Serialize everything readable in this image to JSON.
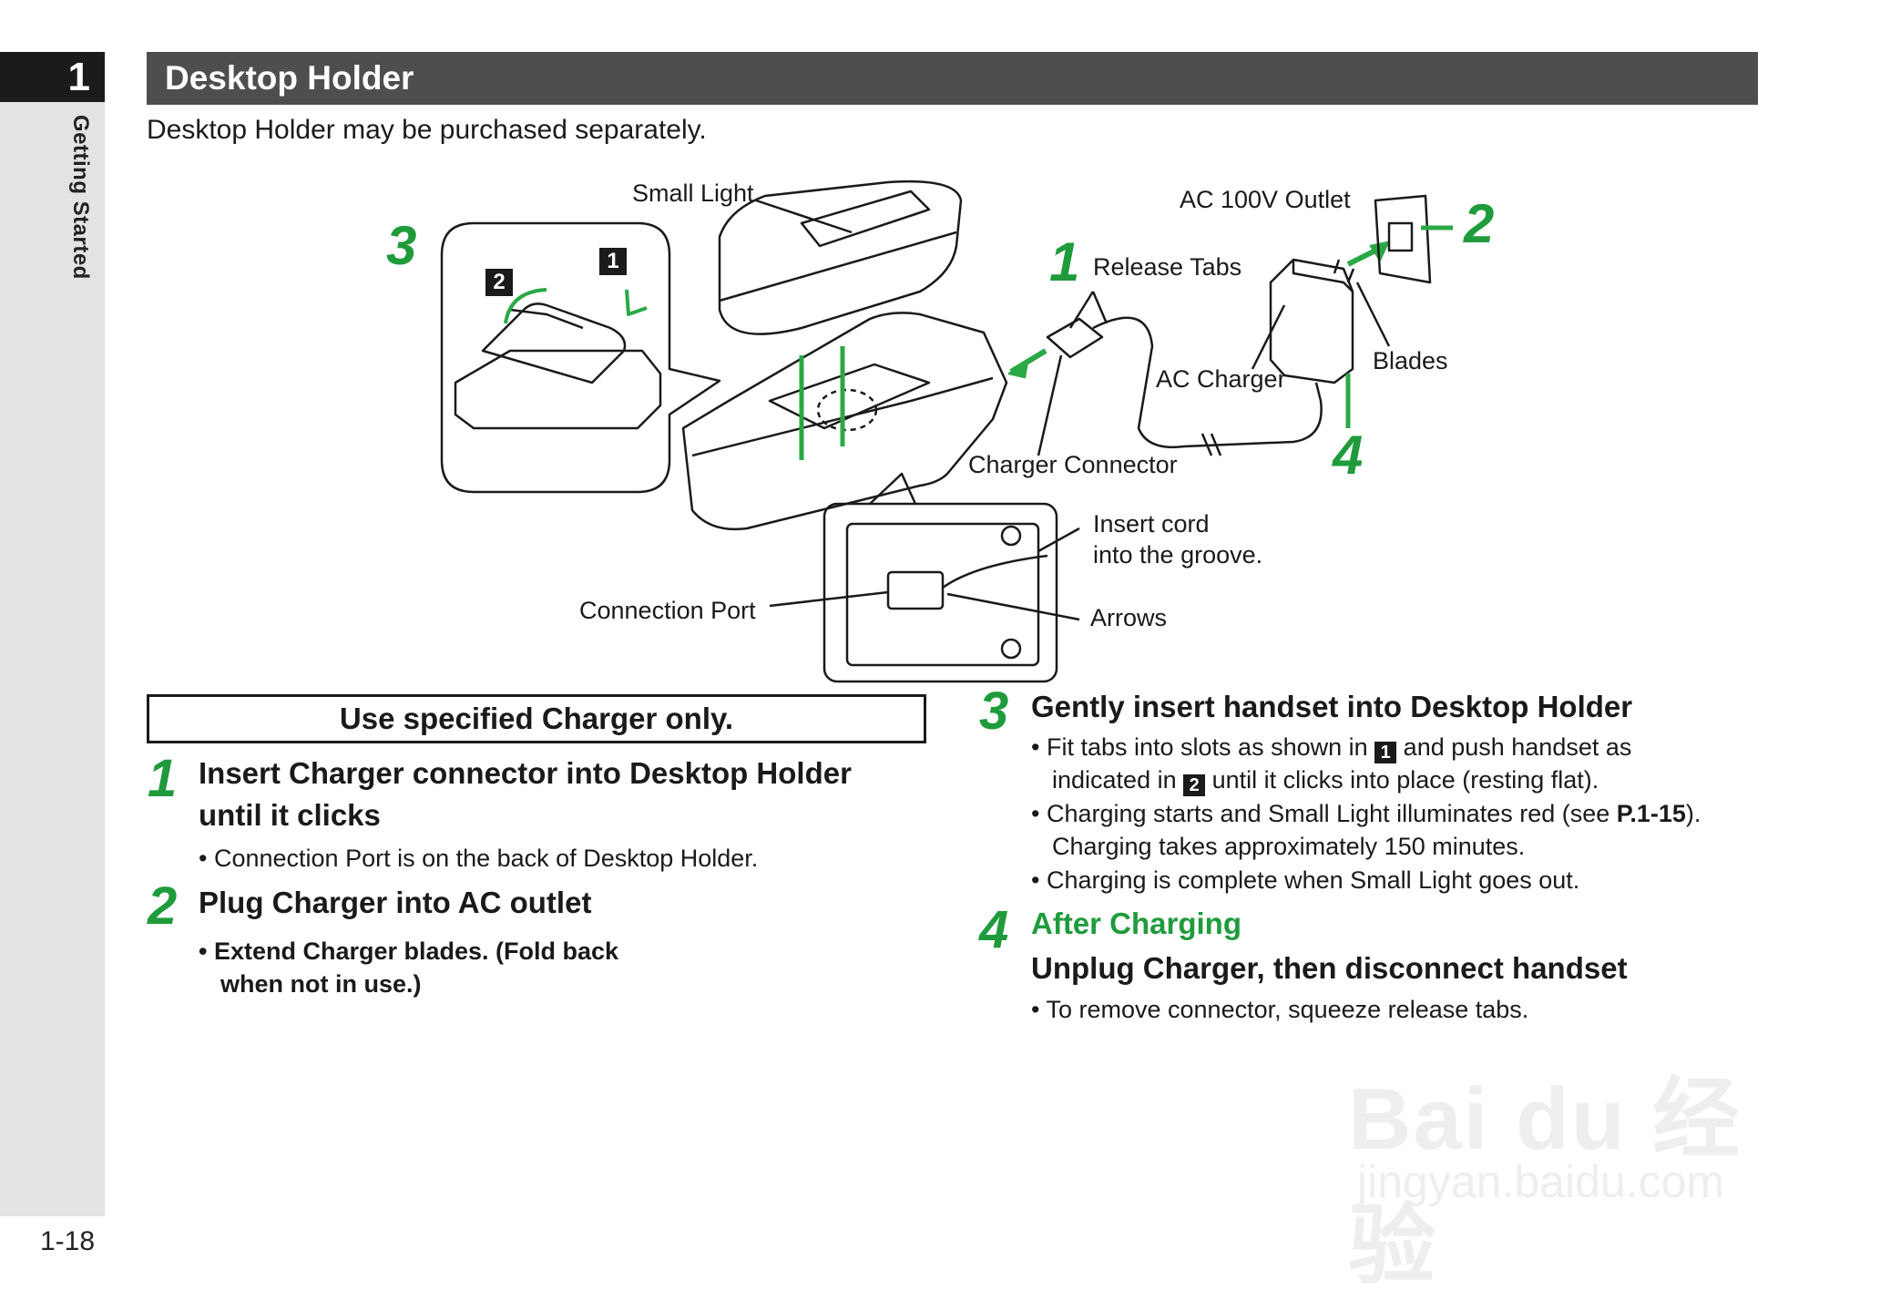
{
  "sidebar": {
    "chapter_number": "1",
    "chapter_label": "Getting Started",
    "page_number": "1-18"
  },
  "section": {
    "title": "Desktop Holder",
    "intro": "Desktop Holder may be purchased separately."
  },
  "diagram": {
    "labels": {
      "small_light": "Small Light",
      "ac_outlet": "AC 100V Outlet",
      "release_tabs": "Release Tabs",
      "blades": "Blades",
      "ac_charger": "AC Charger",
      "charger_connector": "Charger Connector",
      "insert_cord_1": "Insert cord",
      "insert_cord_2": "into the groove.",
      "connection_port": "Connection Port",
      "arrows": "Arrows"
    },
    "callouts": {
      "n1": "1",
      "n2": "2",
      "n3": "3",
      "n4": "4"
    },
    "keys": {
      "k1": "1",
      "k2": "2"
    }
  },
  "warning": "Use specified Charger only.",
  "steps": {
    "s1": {
      "num": "1",
      "title_line1": "Insert Charger connector into Desktop Holder",
      "title_line2": "until it clicks",
      "bullet": "Connection Port is on the back of Desktop Holder."
    },
    "s2": {
      "num": "2",
      "title": "Plug Charger into AC outlet",
      "bullet_line1": "Extend Charger blades. (Fold back",
      "bullet_line2": "when not in use.)"
    },
    "s3": {
      "num": "3",
      "title": "Gently insert handset into Desktop Holder",
      "b1_part1": "Fit tabs into slots as shown in",
      "b1_key1": "1",
      "b1_part2": "and push handset as",
      "b1_part3": "indicated in",
      "b1_key2": "2",
      "b1_part4": "until it clicks into place (resting flat).",
      "b2_part1": "Charging starts and Small Light illuminates red (see",
      "b2_ref": "P.1-15",
      "b2_part2": ").",
      "b2_line2": "Charging takes approximately 150 minutes.",
      "b3": "Charging is complete when Small Light goes out."
    },
    "s4": {
      "num": "4",
      "green_title": "After Charging",
      "title": "Unplug Charger, then disconnect handset",
      "bullet": "To remove connector, squeeze release tabs."
    }
  },
  "watermark": {
    "brand": "Bai du 经验",
    "url": "jingyan.baidu.com"
  },
  "colors": {
    "accent_green": "#1f9b3c",
    "header_gray": "#4e4e4e",
    "sidebar_gray": "#e3e3e3"
  }
}
